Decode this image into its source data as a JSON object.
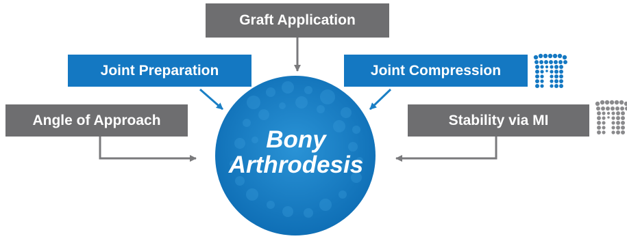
{
  "boxes": {
    "graft_application": "Graft Application",
    "joint_preparation": "Joint Preparation",
    "joint_compression": "Joint Compression",
    "angle_of_approach": "Angle of Approach",
    "stability_via_mi": "Stability via MI"
  },
  "center": {
    "line1": "Bony",
    "line2": "Arthrodesis"
  },
  "colors": {
    "gray_box": "#6e6e70",
    "blue_box": "#1478c2",
    "center_circle": "#1580c8",
    "arrow_gray": "#7a7a7c",
    "arrow_blue": "#1a7fc5",
    "logo_blue": "#1478c2",
    "logo_gray": "#8a8a8c"
  },
  "icons": [
    "dotted-logo-icon-blue",
    "dotted-logo-icon-gray"
  ]
}
